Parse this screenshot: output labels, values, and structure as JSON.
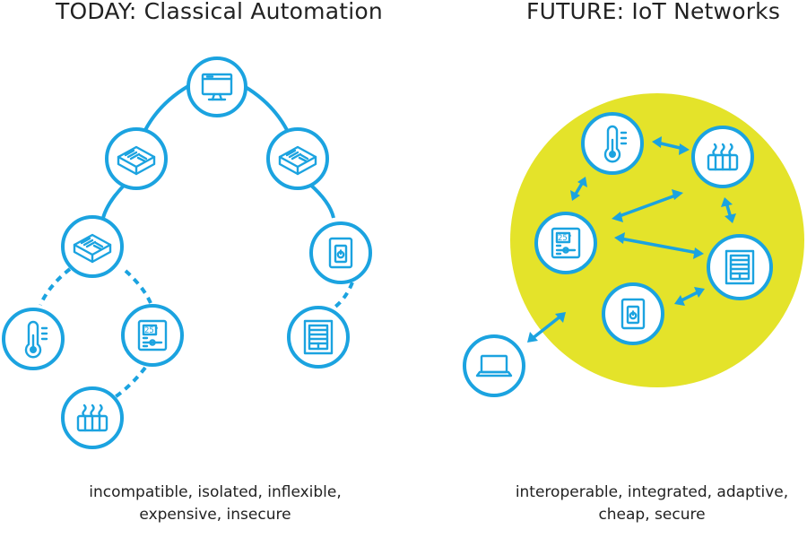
{
  "left_panel": {
    "title": "TODAY: Classical Automation",
    "caption_line1": "incompatible, isolated, inflexible,",
    "caption_line2": "expensive, insecure"
  },
  "right_panel": {
    "title": "FUTURE: IoT Networks",
    "caption_line1": "interoperable, integrated, adaptive,",
    "caption_line2": "cheap, secure"
  },
  "thermostat_reading": "25°",
  "colors": {
    "accent_blue": "#1ba3e0",
    "network_yellow": "#e4e32a",
    "text": "#222222"
  },
  "icons": {
    "monitor": "monitor-icon",
    "controller": "controller-box-icon",
    "switch": "light-switch-icon",
    "blind": "window-blind-icon",
    "thermometer": "thermometer-icon",
    "thermostat": "thermostat-icon",
    "radiator": "radiator-icon",
    "laptop": "laptop-icon"
  }
}
